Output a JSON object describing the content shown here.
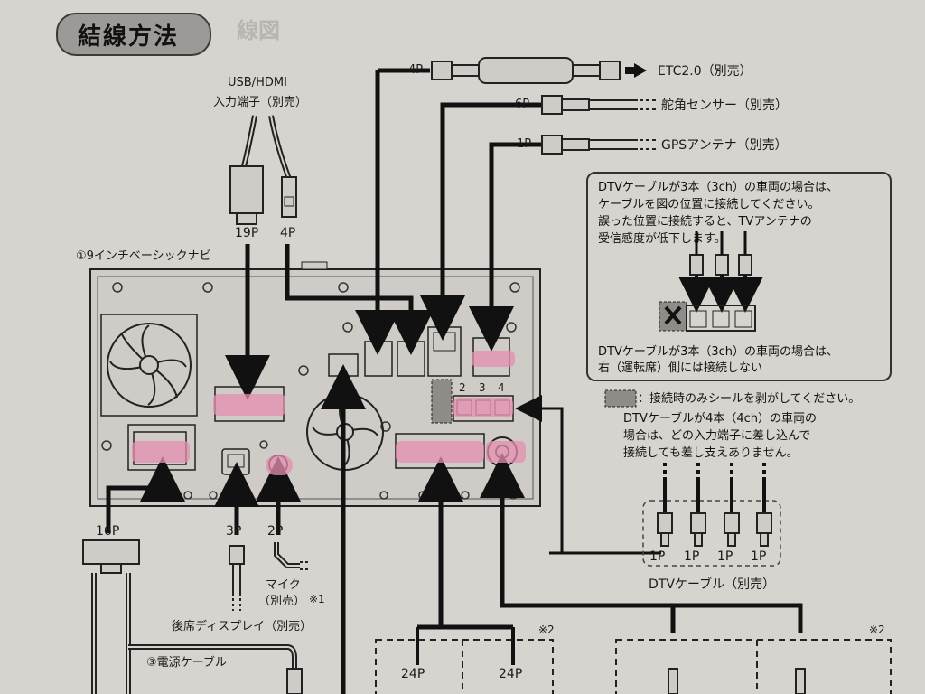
{
  "title": "結線方法",
  "ghost_label": "線図",
  "labels": {
    "usb_hdmi_line1": "USB/HDMI",
    "usb_hdmi_line2": "入力端子（別売）",
    "p19": "19P",
    "p4_left": "4P",
    "navi": "①9インチベーシックナビ",
    "p16": "16P",
    "p3": "3P",
    "p2": "2P",
    "mic_line1": "マイク",
    "mic_line2": "（別売）",
    "note1": "※1",
    "rear_display": "後席ディスプレイ（別売）",
    "power_cable": "③電源ケーブル",
    "etc_pin": "4P",
    "etc": "ETC2.0（別売）",
    "steer_pin": "6P",
    "steer": "舵角センサー（別売）",
    "gps_pin": "1P",
    "gps": "GPSアンテナ（別売）",
    "port2": "2",
    "port3": "3",
    "port4": "4",
    "p1a": "1P",
    "p1b": "1P",
    "p1c": "1P",
    "p1d": "1P",
    "dtv_cable": "DTVケーブル（別売）",
    "p24a": "24P",
    "p24b": "24P",
    "note2a": "※2",
    "note2b": "※2"
  },
  "note_box": {
    "line1": "DTVケーブルが3本（3ch）の車両の場合は、",
    "line2": "ケーブルを図の位置に接続してください。",
    "line3": "誤った位置に接続すると、TVアンテナの",
    "line4": "受信感度が低下します。",
    "line5": "DTVケーブルが3本（3ch）の車両の場合は、",
    "line6": "右（運転席）側には接続しない"
  },
  "seal_note": {
    "line1": "：接続時のみシールを剥がしてください。",
    "line2": "DTVケーブルが4本（4ch）の車両の",
    "line3": "場合は、どの入力端子に差し込んで",
    "line4": "接続しても差し支えありません。"
  },
  "colors": {
    "paper": "#d7d4cf",
    "ink": "#1a1a1a",
    "highlight": "#e58fb0",
    "pill": "#9c9996"
  }
}
